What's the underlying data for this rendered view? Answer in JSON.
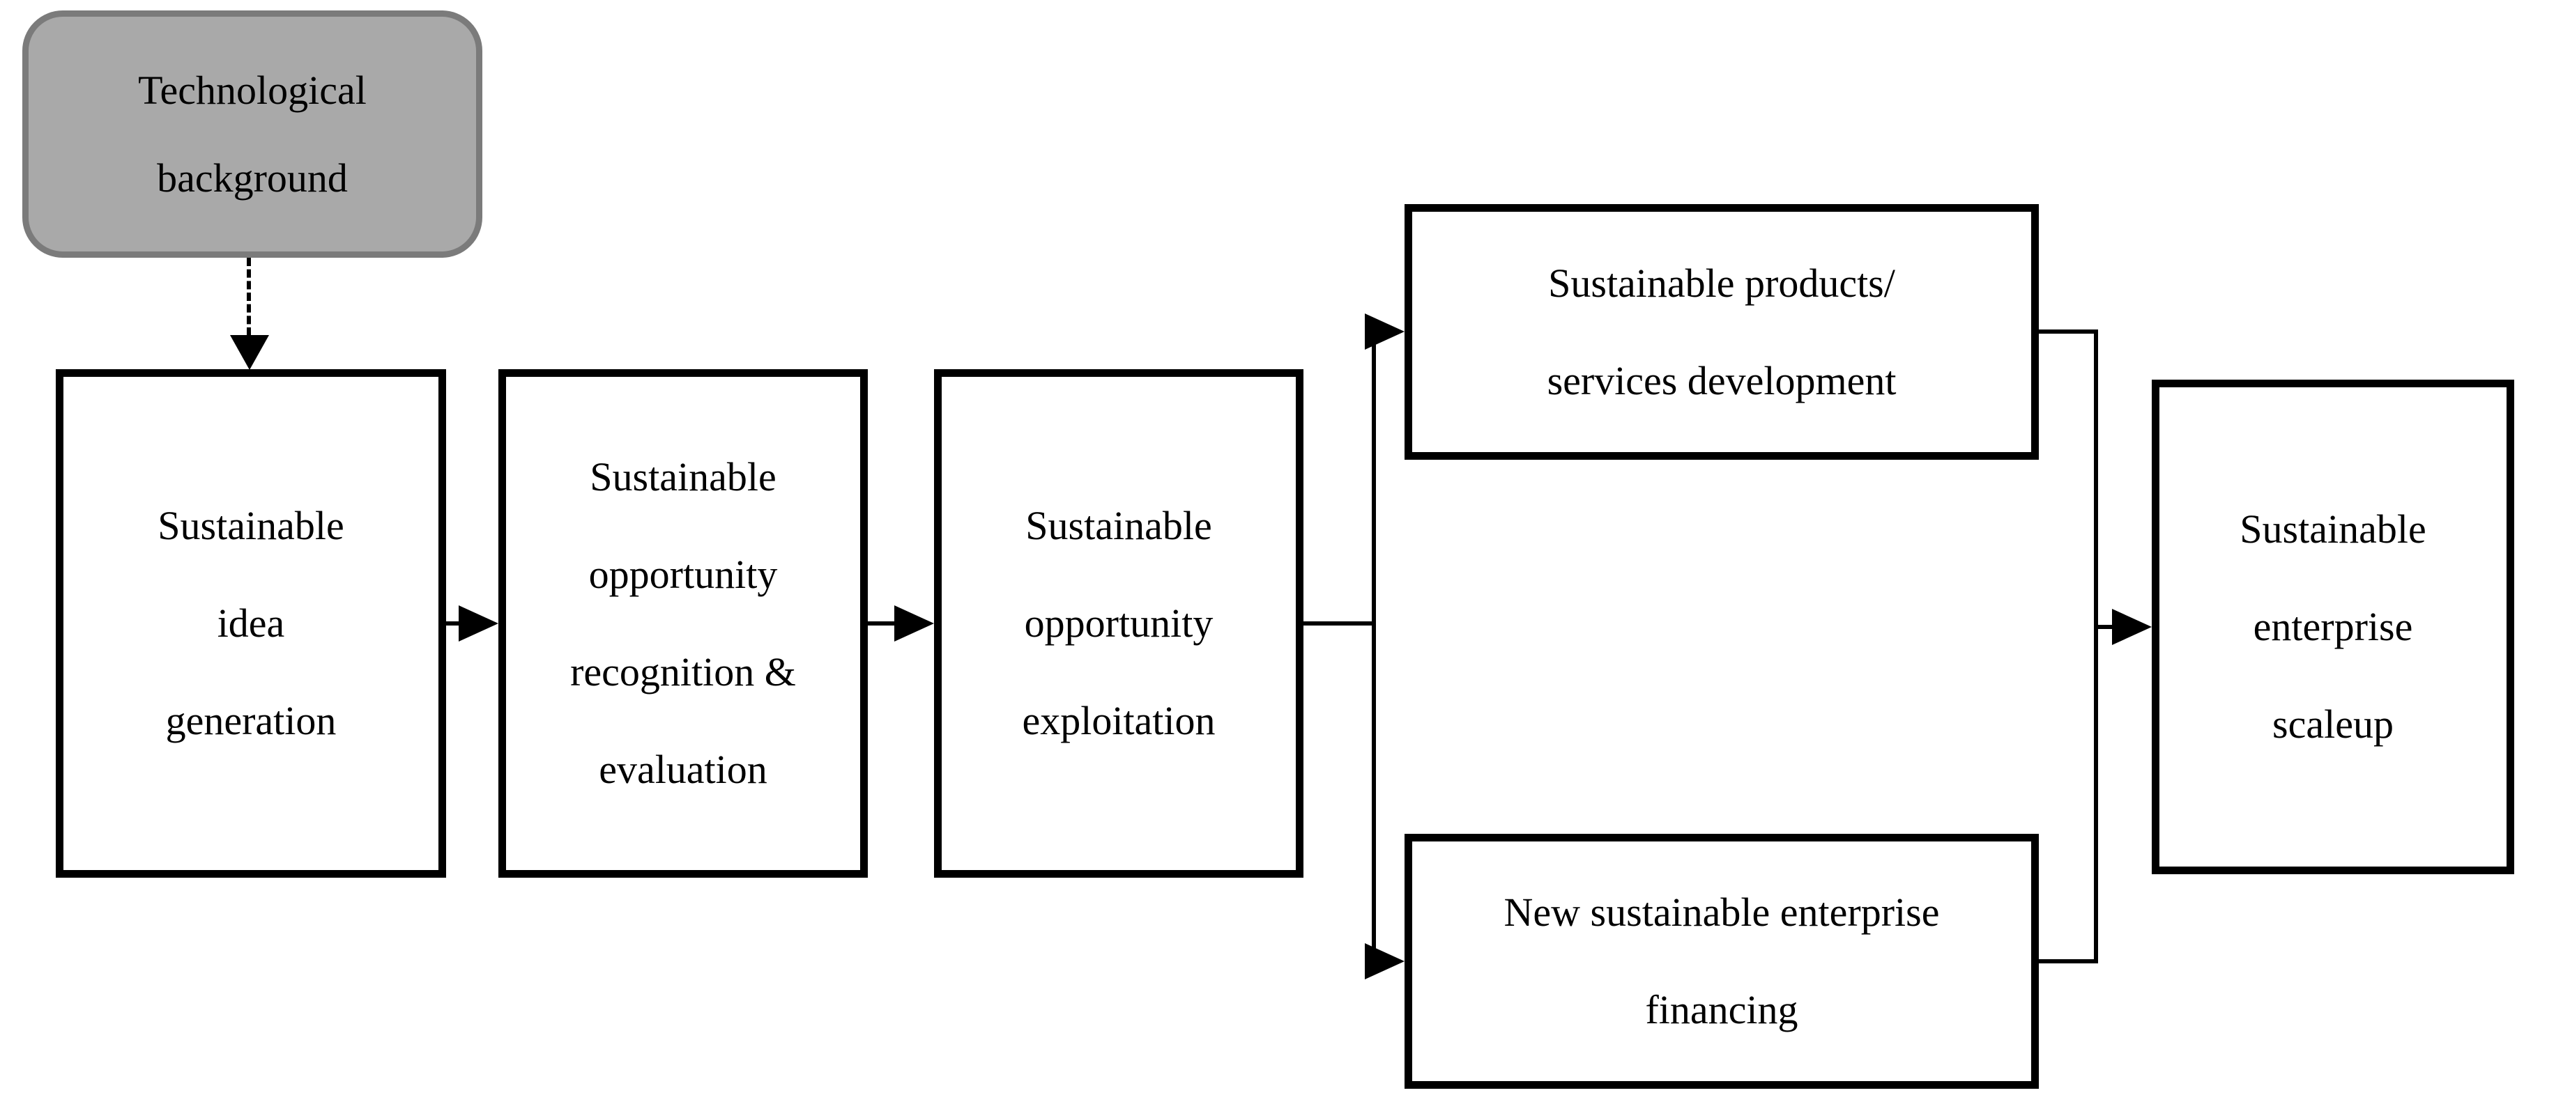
{
  "colors": {
    "page_background": "#ffffff",
    "node_fill": "#ffffff",
    "node_border": "#000000",
    "antecedent_fill": "#a9a9a9",
    "antecedent_border": "#7b7b7b",
    "connector": "#000000",
    "text": "#000000"
  },
  "nodes": {
    "technological_background": {
      "lines": [
        "Technological",
        "background"
      ]
    },
    "sustainable_idea_generation": {
      "lines": [
        "Sustainable",
        "idea",
        "generation"
      ]
    },
    "sustainable_opportunity_recognition_evaluation": {
      "lines": [
        "Sustainable",
        "opportunity",
        "recognition &",
        "evaluation"
      ]
    },
    "sustainable_opportunity_exploitation": {
      "lines": [
        "Sustainable",
        "opportunity",
        "exploitation"
      ]
    },
    "sustainable_products_services_development": {
      "lines": [
        "Sustainable products/",
        "services development"
      ]
    },
    "new_sustainable_enterprise_financing": {
      "lines": [
        "New sustainable enterprise",
        "financing"
      ]
    },
    "sustainable_enterprise_scaleup": {
      "lines": [
        "Sustainable",
        "enterprise",
        "scaleup"
      ]
    }
  },
  "connections": [
    {
      "from": "technological_background",
      "to": "sustainable_idea_generation",
      "style": "dashed",
      "arrowhead": "down"
    },
    {
      "from": "sustainable_idea_generation",
      "to": "sustainable_opportunity_recognition_evaluation",
      "style": "solid",
      "arrowhead": "right"
    },
    {
      "from": "sustainable_opportunity_recognition_evaluation",
      "to": "sustainable_opportunity_exploitation",
      "style": "solid",
      "arrowhead": "right"
    },
    {
      "from": "sustainable_opportunity_exploitation",
      "to": "sustainable_products_services_development",
      "style": "solid-branch",
      "arrowhead": "right"
    },
    {
      "from": "sustainable_opportunity_exploitation",
      "to": "new_sustainable_enterprise_financing",
      "style": "solid-branch",
      "arrowhead": "right"
    },
    {
      "from": "sustainable_products_services_development",
      "to": "sustainable_enterprise_scaleup",
      "style": "solid-merge",
      "arrowhead": "right"
    },
    {
      "from": "new_sustainable_enterprise_financing",
      "to": "sustainable_enterprise_scaleup",
      "style": "solid-merge",
      "arrowhead": "right"
    }
  ]
}
